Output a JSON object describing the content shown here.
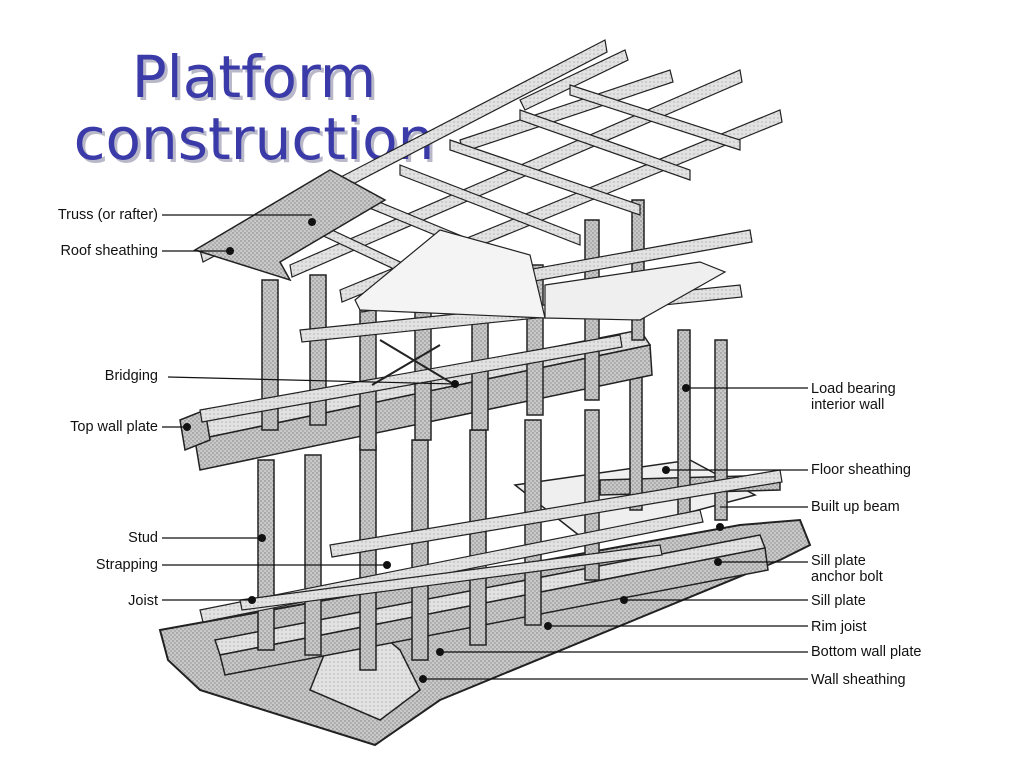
{
  "title": {
    "line1": "Platform",
    "line2": "construction"
  },
  "left_labels": {
    "truss": "Truss (or rafter)",
    "roof_sheathing": "Roof sheathing",
    "bridging": "Bridging",
    "top_wall_plate": "Top wall plate",
    "stud": "Stud",
    "strapping": "Strapping",
    "joist": "Joist"
  },
  "right_labels": {
    "load_bearing_1": "Load bearing",
    "load_bearing_2": "interior wall",
    "floor_sheathing": "Floor sheathing",
    "built_up_beam": "Built up beam",
    "sill_anchor_1": "Sill plate",
    "sill_anchor_2": "anchor bolt",
    "sill_plate": "Sill plate",
    "rim_joist": "Rim joist",
    "bottom_wall_plate": "Bottom wall plate",
    "wall_sheathing": "Wall sheathing"
  }
}
